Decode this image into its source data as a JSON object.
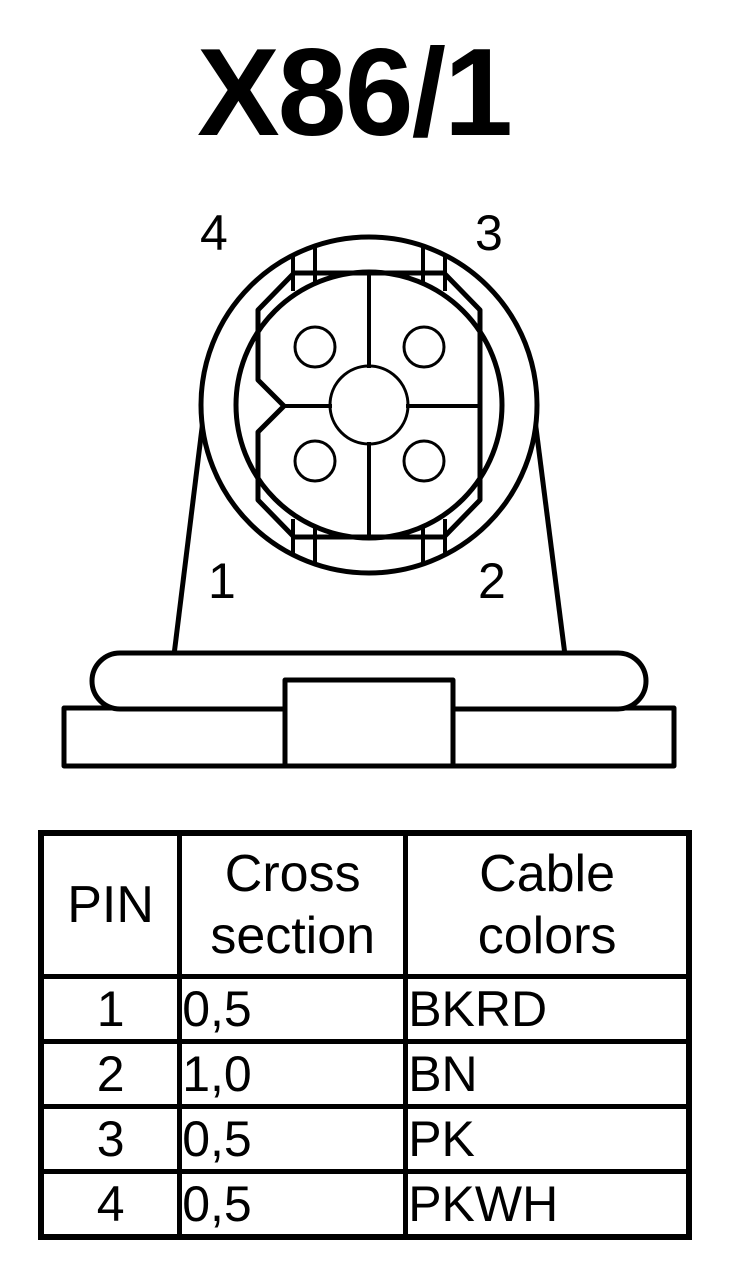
{
  "connector": {
    "title": "X86/1",
    "pin_labels": {
      "top_left": "4",
      "top_right": "3",
      "bottom_left": "1",
      "bottom_right": "2"
    }
  },
  "table": {
    "headers": {
      "pin": "PIN",
      "cross_line1": "Cross",
      "cross_line2": "section",
      "color_line1": "Cable",
      "color_line2": "colors"
    },
    "rows": [
      {
        "pin": "1",
        "cross": "0,5",
        "color": "BKRD"
      },
      {
        "pin": "2",
        "cross": "1,0",
        "color": "BN"
      },
      {
        "pin": "3",
        "cross": "0,5",
        "color": "PK"
      },
      {
        "pin": "4",
        "cross": "0,5",
        "color": "PKWH"
      }
    ]
  }
}
